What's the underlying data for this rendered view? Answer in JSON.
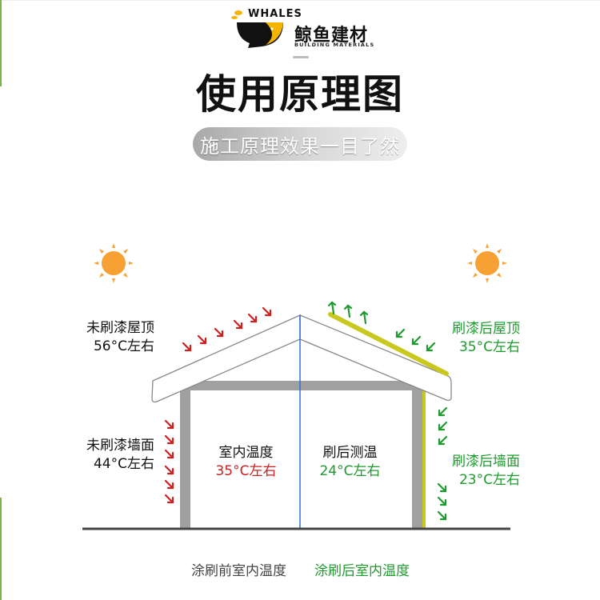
{
  "logo": {
    "brand_en": "WHALES",
    "brand_cn": "鲸鱼建材",
    "tagline": "BUILDING MATERIALS"
  },
  "header": {
    "title": "使用原理图",
    "subtitle": "施工原理效果一目了然"
  },
  "diagram": {
    "left": {
      "sun_icon": "sun-icon",
      "roof_label": "未刷漆屋顶",
      "roof_temp": "56°C左右",
      "wall_label": "未刷漆墙面",
      "wall_temp": "44°C左右",
      "room_label": "室内温度",
      "room_temp": "35°C左右"
    },
    "right": {
      "sun_icon": "sun-icon",
      "roof_label": "刷漆后屋顶",
      "roof_temp": "35°C左右",
      "wall_label": "刷漆后墙面",
      "wall_temp": "23°C左右",
      "room_label": "刷后测温",
      "room_temp": "24°C左右"
    },
    "colors": {
      "hot_arrow": "#cc1f1f",
      "cool_arrow": "#1e9a2e",
      "coating": "#c8c81e",
      "wall": "#a0a0a0",
      "divider": "#2f6fd6",
      "sun": "#f7a034"
    }
  },
  "footer": {
    "before_label": "涂刷前室内温度",
    "after_label": "涂刷后室内温度"
  }
}
